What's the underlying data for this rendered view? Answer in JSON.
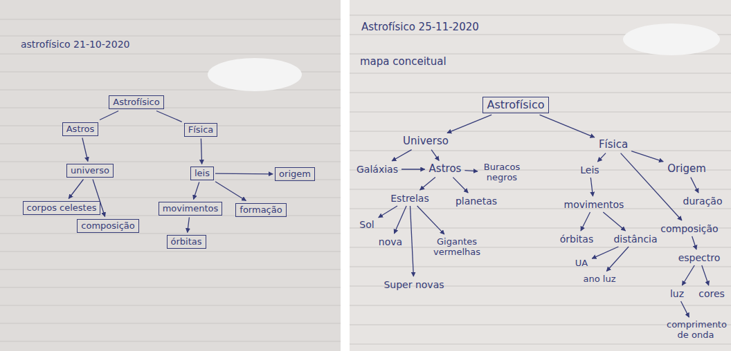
{
  "diagram": {
    "nodes": [
      {
        "text": [
          "Astrofísico"
        ]
      },
      {
        "text": [
          "Astros"
        ]
      },
      {
        "text": [
          "Física"
        ]
      },
      {
        "text": [
          "universo"
        ]
      },
      {
        "text": [
          "leis"
        ]
      },
      {
        "text": [
          "origem"
        ]
      },
      {
        "text": [
          "corpos celestes"
        ]
      },
      {
        "text": [
          "composição"
        ]
      },
      {
        "text": [
          "movimentos"
        ]
      },
      {
        "text": [
          "formação"
        ]
      },
      {
        "text": [
          "órbitas"
        ]
      },
      {
        "text": [
          "Astrofísico"
        ]
      },
      {
        "text": [
          "Universo"
        ]
      },
      {
        "text": [
          "Física"
        ]
      },
      {
        "text": [
          "Galáxias"
        ]
      },
      {
        "text": [
          "Astros"
        ]
      },
      {
        "text": [
          "Buracos negros"
        ]
      },
      {
        "text": [
          "Leis"
        ]
      },
      {
        "text": [
          "Origem"
        ]
      },
      {
        "text": [
          "Estrelas"
        ]
      },
      {
        "text": [
          "planetas"
        ]
      },
      {
        "text": [
          "Sol"
        ]
      },
      {
        "text": [
          "nova"
        ]
      },
      {
        "text": [
          "Gigantes vermelhas"
        ]
      },
      {
        "text": [
          "Super novas"
        ]
      },
      {
        "text": [
          "movimentos"
        ]
      },
      {
        "text": [
          "órbitas"
        ]
      },
      {
        "text": [
          "distância"
        ]
      },
      {
        "text": [
          "UA"
        ]
      },
      {
        "text": [
          "ano luz"
        ]
      },
      {
        "text": [
          "duração"
        ]
      },
      {
        "text": [
          "composição"
        ]
      },
      {
        "text": [
          "espectro"
        ]
      },
      {
        "text": [
          "luz"
        ]
      },
      {
        "text": [
          "cores"
        ]
      },
      {
        "text": [
          "comprimento de onda"
        ]
      }
    ],
    "edges": [
      {
        "from": 0,
        "to": 1,
        "arrow": "none"
      },
      {
        "from": 0,
        "to": 2,
        "arrow": "none"
      },
      {
        "from": 1,
        "to": 3,
        "arrow": "to"
      },
      {
        "from": 2,
        "to": 4,
        "arrow": "to"
      },
      {
        "from": 4,
        "to": 5,
        "arrow": "to"
      },
      {
        "from": 3,
        "to": 6,
        "arrow": "to"
      },
      {
        "from": 3,
        "to": 7,
        "arrow": "to"
      },
      {
        "from": 4,
        "to": 8,
        "arrow": "to"
      },
      {
        "from": 4,
        "to": 9,
        "arrow": "to"
      },
      {
        "from": 8,
        "to": 10,
        "arrow": "to"
      },
      {
        "from": 11,
        "to": 12,
        "arrow": "to"
      },
      {
        "from": 11,
        "to": 13,
        "arrow": "to"
      },
      {
        "from": 12,
        "to": 14,
        "arrow": "to"
      },
      {
        "from": 12,
        "to": 15,
        "arrow": "to"
      },
      {
        "from": 14,
        "to": 15,
        "arrow": "to"
      },
      {
        "from": 15,
        "to": 16,
        "arrow": "to"
      },
      {
        "from": 15,
        "to": 19,
        "arrow": "to"
      },
      {
        "from": 15,
        "to": 20,
        "arrow": "to"
      },
      {
        "from": 19,
        "to": 21,
        "arrow": "to"
      },
      {
        "from": 19,
        "to": 22,
        "arrow": "to"
      },
      {
        "from": 19,
        "to": 24,
        "arrow": "to"
      },
      {
        "from": 19,
        "to": 23,
        "arrow": "to"
      },
      {
        "from": 13,
        "to": 17,
        "arrow": "to"
      },
      {
        "from": 13,
        "to": 18,
        "arrow": "to"
      },
      {
        "from": 13,
        "to": 31,
        "arrow": "to"
      },
      {
        "from": 17,
        "to": 25,
        "arrow": "to"
      },
      {
        "from": 25,
        "to": 26,
        "arrow": "to"
      },
      {
        "from": 25,
        "to": 27,
        "arrow": "to"
      },
      {
        "from": 27,
        "to": 28,
        "arrow": "to"
      },
      {
        "from": 27,
        "to": 29,
        "arrow": "to"
      },
      {
        "from": 18,
        "to": 30,
        "arrow": "to"
      },
      {
        "from": 31,
        "to": 32,
        "arrow": "to"
      },
      {
        "from": 32,
        "to": 33,
        "arrow": "to"
      },
      {
        "from": 32,
        "to": 34,
        "arrow": "to"
      },
      {
        "from": 33,
        "to": 35,
        "arrow": "to"
      }
    ],
    "labels": [
      "astrofísico 21-10-2020",
      "Astrofísico 25-11-2020",
      "mapa conceitual"
    ]
  }
}
